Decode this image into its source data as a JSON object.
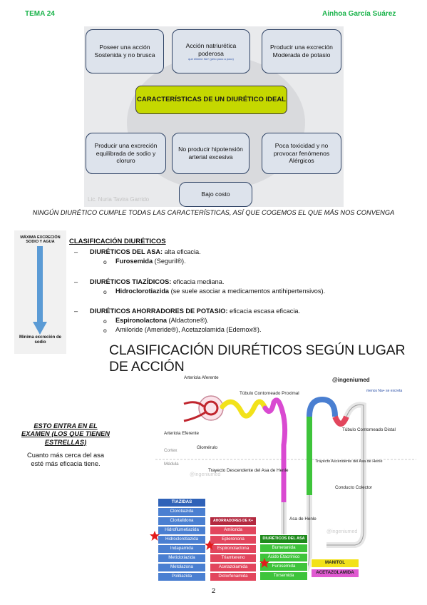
{
  "header": {
    "left": "TEMA 24",
    "right": "Ainhoa García Suárez"
  },
  "ideal": {
    "center": "CARACTERÍSTICAS DE UN DIURÉTICO IDEAL",
    "boxes": [
      "Poseer una acción Sostenida y no brusca",
      "Acción natriurética poderosa",
      "Producir una excreción Moderada de potasio",
      "Producir una excreción equilibrada de sodio y cloruro",
      "No producir hipotensión arterial excesiva",
      "Poca toxicidad y no provocar fenómenos Alérgicos",
      "Bajo costo"
    ],
    "small_note": "que elimine Na+ (pero poco a poco)",
    "watermark": "Lic. Nuria Tavira Garrido"
  },
  "caption": "NINGÚN DIURÉTICO CUMPLE TODAS LAS CARACTERÍSTICAS, ASÍ QUE COGEMOS EL QUE MÁS NOS CONVENGA",
  "arrow_panel": {
    "top": "MÁXIMA EXCRECIÓN SODIO Y AGUA",
    "bottom": "Mínima excreción de sodio"
  },
  "clasificacion": {
    "title": "CLASIFICACIÓN DIURÉTICOS",
    "dash": "–",
    "bullet": "o",
    "g1": {
      "label": "DIURÉTICOS DEL ASA:",
      "text": " alta eficacia."
    },
    "g1b": {
      "label": "Furosemida",
      "text": " (Seguril®)."
    },
    "g2": {
      "label": "DIURÉTICOS TIAZÍDICOS:",
      "text": " eficacia mediana."
    },
    "g2b": {
      "label": "Hidroclorotiazida",
      "text": " (se suele asociar a medicamentos antihipertensivos)."
    },
    "g3": {
      "label": "DIURÉTICOS AHORRADORES DE POTASIO:",
      "text": " eficacia escasa eficacia."
    },
    "g3b": {
      "label": "Espironolactona",
      "text": " (Aldactone®)."
    },
    "g3c": {
      "text": "Amiloride (Ameride®), Acetazolamida (Edemox®)."
    }
  },
  "big_title": "CLASIFICACIÓN DIURÉTICOS SEGÚN LUGAR DE ACCIÓN",
  "note": {
    "emph": "ESTO ENTRA EN EL EXAMEN (LOS QUE TIENEN ESTRELLAS)",
    "text": "Cuanto más cerca del asa esté más eficacia tiene."
  },
  "nephron": {
    "labels": {
      "arteriola_aferente": "Arteriola Aferente",
      "arteriola_eferente": "Arteriola Eferente",
      "glomerulo": "Glomérulo",
      "tubulo_proximal": "Túbulo Contorneado Proximal",
      "tubulo_distal": "Túbulo Contorneado Distal",
      "handle": "@ingeniumed",
      "menos_na": "menos Na+ se excreta",
      "cortex": "Cortex",
      "medula": "Médula",
      "trayecto_desc": "Trayecto Descendente del Asa de Henle",
      "trayecto_asc": "Trayecto Ascendente del Asa de Henle",
      "conducto": "Conducto Colector",
      "asa": "Asa de Henle",
      "wm1": "@ingeniumed",
      "wm2": "@ingeniumed"
    },
    "tiazidas": {
      "header": "TIAZIDAS",
      "items": [
        "Clorotiazida",
        "Clortalidona",
        "Hidroflumetiazida",
        "Hidroclorotiazida",
        "Indapamida",
        "Meticlotiazida",
        "Metolazona",
        "Politiazida"
      ]
    },
    "ahorradores": {
      "header": "AHORRADORES DE K+",
      "items": [
        "Amilorida",
        "Eplerenona",
        "Espironolactona",
        "Triamtereno",
        "Acetazolamida",
        "Diclorfenamida"
      ]
    },
    "asa": {
      "header": "DIURÉTICOS DEL ASA",
      "items": [
        "Bumetanida",
        "Ácido Etacrínico",
        "Furosemida",
        "Torsemida"
      ]
    },
    "manitol": "MANITOL",
    "acetazolamida": "ACETAZOLAMIDA",
    "colors": {
      "tiazidas": "#4a7fd1",
      "ahorradores": "#e2465d",
      "asa": "#3ec43b",
      "manitol": "#f2e21a",
      "acetazolamida": "#e05ad1",
      "star": "#e31b1b"
    }
  },
  "page_number": "2"
}
